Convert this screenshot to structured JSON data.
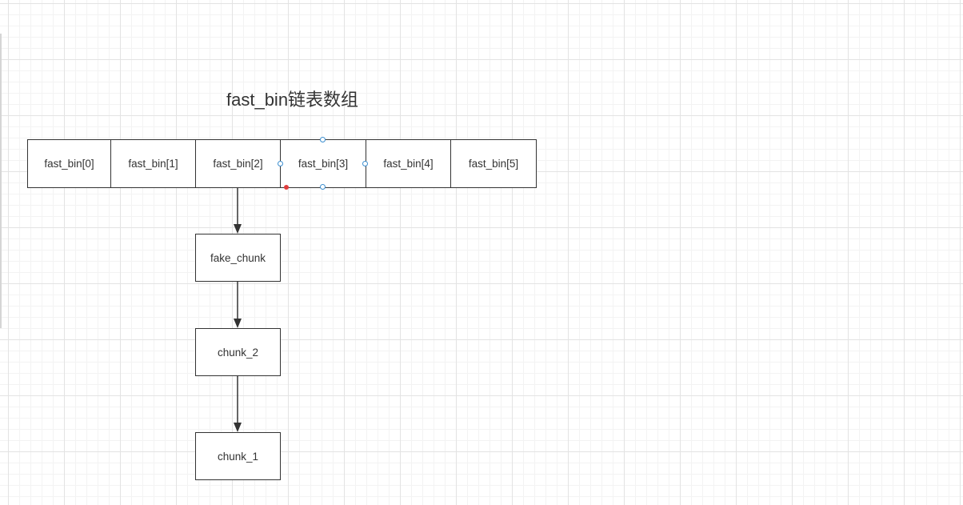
{
  "title": "fast_bin链表数组",
  "array": {
    "cells": [
      {
        "label": "fast_bin[0]"
      },
      {
        "label": "fast_bin[1]"
      },
      {
        "label": "fast_bin[2]"
      },
      {
        "label": "fast_bin[3]"
      },
      {
        "label": "fast_bin[4]"
      },
      {
        "label": "fast_bin[5]"
      }
    ],
    "selected_index": 3
  },
  "chain": {
    "nodes": [
      {
        "label": "fake_chunk"
      },
      {
        "label": "chunk_2"
      },
      {
        "label": "chunk_1"
      }
    ],
    "source_cell_index": 2
  },
  "colors": {
    "stroke": "#333333",
    "grid": "#e3e3e3",
    "selection_handle": "#3d8fd0",
    "anchor": "#e03c3c"
  }
}
